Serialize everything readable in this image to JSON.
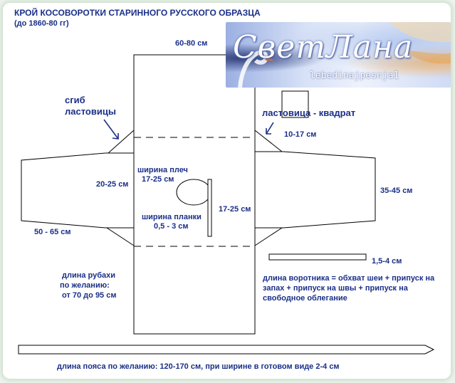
{
  "title": {
    "line1": "КРОЙ КОСОВОРОТКИ СТАРИННОГО РУССКОГО ОБРАЗЦА",
    "line2": "(до 1860-80 гг)"
  },
  "watermark": {
    "title": "СветЛана",
    "subtitle": "lebedinajpesnja1",
    "icon": "swan-icon"
  },
  "labels": {
    "body_width": "60-80 см",
    "gusset_fold": [
      "сгиб",
      "ластовицы"
    ],
    "gusset_square": "ластовица - квадрат",
    "gusset_size": "10-17 см",
    "shoulder_width": [
      "ширина плеч",
      "17-25 см"
    ],
    "sleeve_top": "20-25 см",
    "sleeve_end": "35-45 см",
    "placket_length": "17-25 см",
    "placket_width": [
      "ширина планки",
      "0,5 - 3 см"
    ],
    "sleeve_length": "50 - 65 см",
    "collar_width": "1,5-4 см",
    "shirt_length": [
      "длина рубахи",
      "по желанию:",
      "от 70 до 95 см"
    ],
    "collar_length": [
      "длина воротника = обхват шеи + припуск на",
      "запах + припуск на швы + припуск на",
      "свободное облегание"
    ],
    "belt_length": "длина пояса по желанию: 120-170 см, при ширине в готовом виде 2-4 см"
  },
  "colors": {
    "text": "#1a2f88",
    "lines": "#000000",
    "frame": "#cfe0cf"
  }
}
